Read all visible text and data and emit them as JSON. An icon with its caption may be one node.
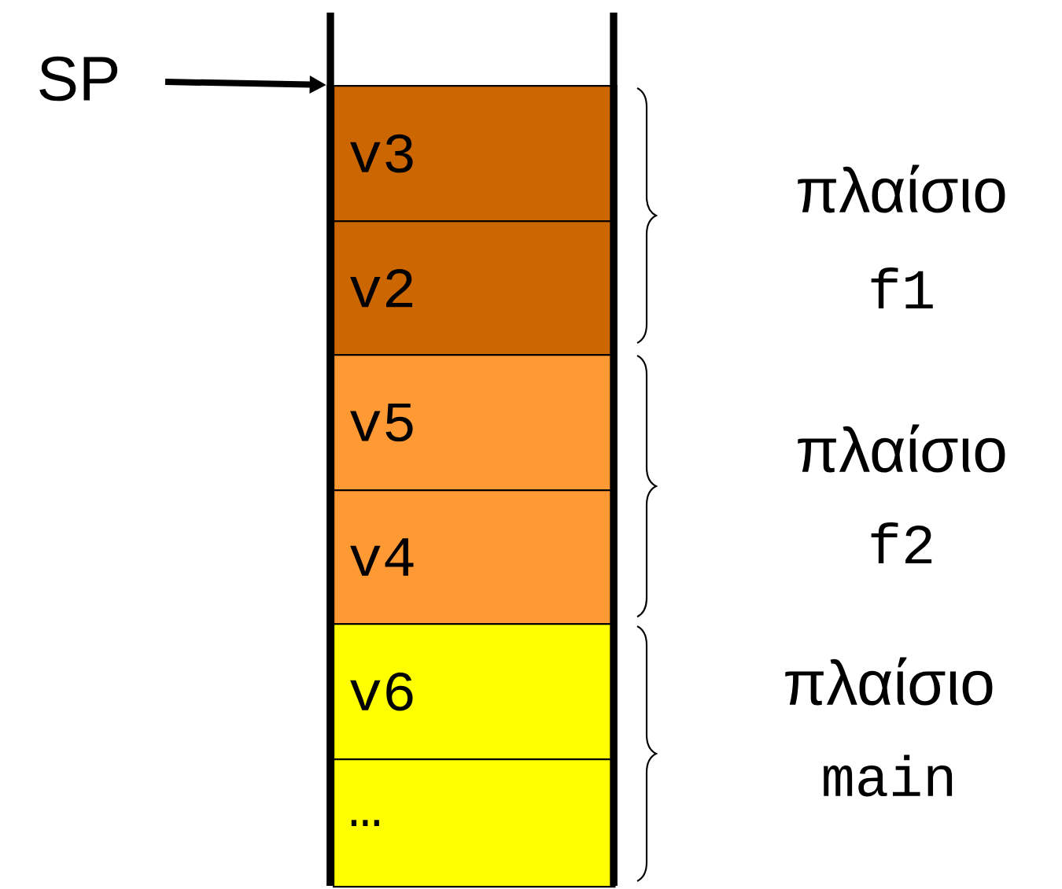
{
  "diagram": {
    "nodes": [
      {
        "text": [
          "SP"
        ]
      },
      {
        "text": [
          "v3"
        ]
      },
      {
        "text": [
          "v2"
        ]
      },
      {
        "text": [
          "v5"
        ]
      },
      {
        "text": [
          "v4"
        ]
      },
      {
        "text": [
          "v6"
        ]
      },
      {
        "text": [
          "…"
        ]
      }
    ],
    "edges": [
      {
        "from": 0,
        "to": 1,
        "arrow": "to"
      }
    ],
    "labels": [
      "πλαίσιο",
      "f1",
      "πλαίσιο",
      "f2",
      "πλαίσιο",
      "main"
    ]
  }
}
